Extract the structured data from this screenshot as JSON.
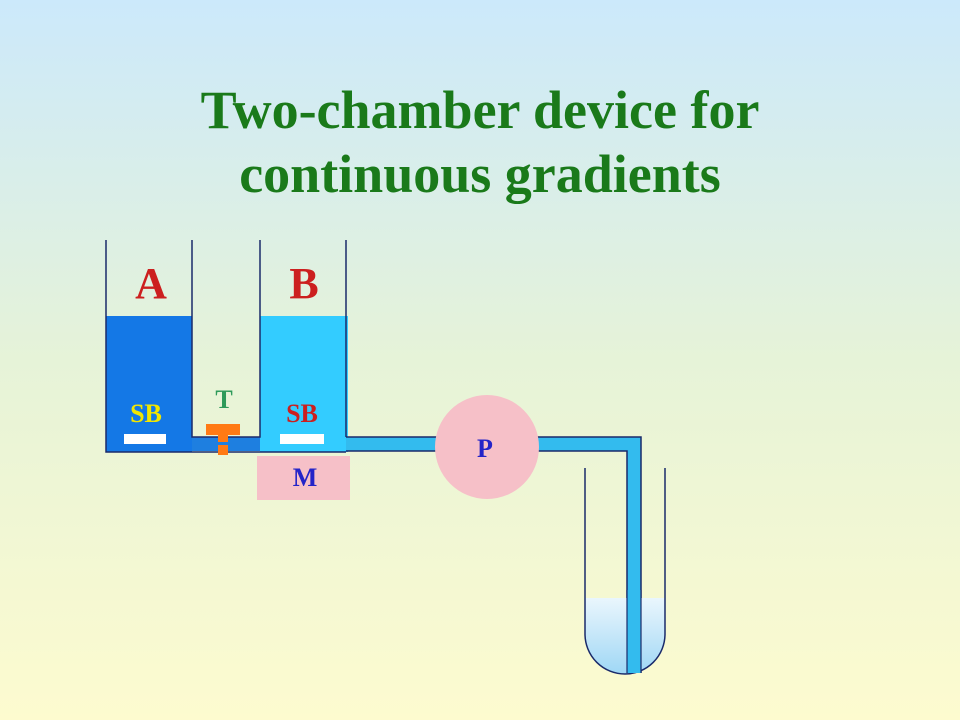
{
  "title": {
    "line1": "Two-chamber device for",
    "line2": "continuous gradients"
  },
  "diagram": {
    "chamber_a_label": "A",
    "chamber_b_label": "B",
    "stir_bar_a_label": "SB",
    "stir_bar_b_label": "SB",
    "tap_label": "T",
    "stirrer_label": "M",
    "pump_label": "P"
  },
  "colors": {
    "title": "#1a7a1a",
    "chamber_label": "#cc1f1f",
    "chamber_a_solution": "#1478e6",
    "chamber_b_solution": "#33ccff",
    "stir_bar_a_text": "#f2e600",
    "stir_bar_b_text": "#cc1f1f",
    "tap": "#ff7a14",
    "tap_text": "#2e9a5a",
    "pump": "#f6c0c8",
    "pump_text": "#2424c8",
    "stirrer": "#f6c0c8",
    "stirrer_text": "#2424c8",
    "tubing": "#33bbee"
  }
}
